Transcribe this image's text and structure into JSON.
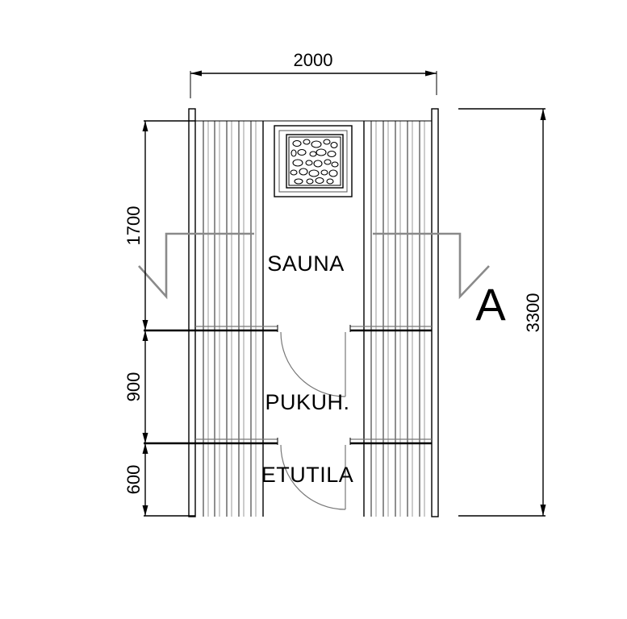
{
  "dimensions": {
    "width": "2000",
    "height_total": "3300",
    "sauna": "1700",
    "pukuh": "900",
    "etutila": "600"
  },
  "rooms": {
    "sauna": "SAUNA",
    "pukuh": "PUKUH.",
    "etutila": "ETUTILA"
  },
  "section_marker": "A"
}
